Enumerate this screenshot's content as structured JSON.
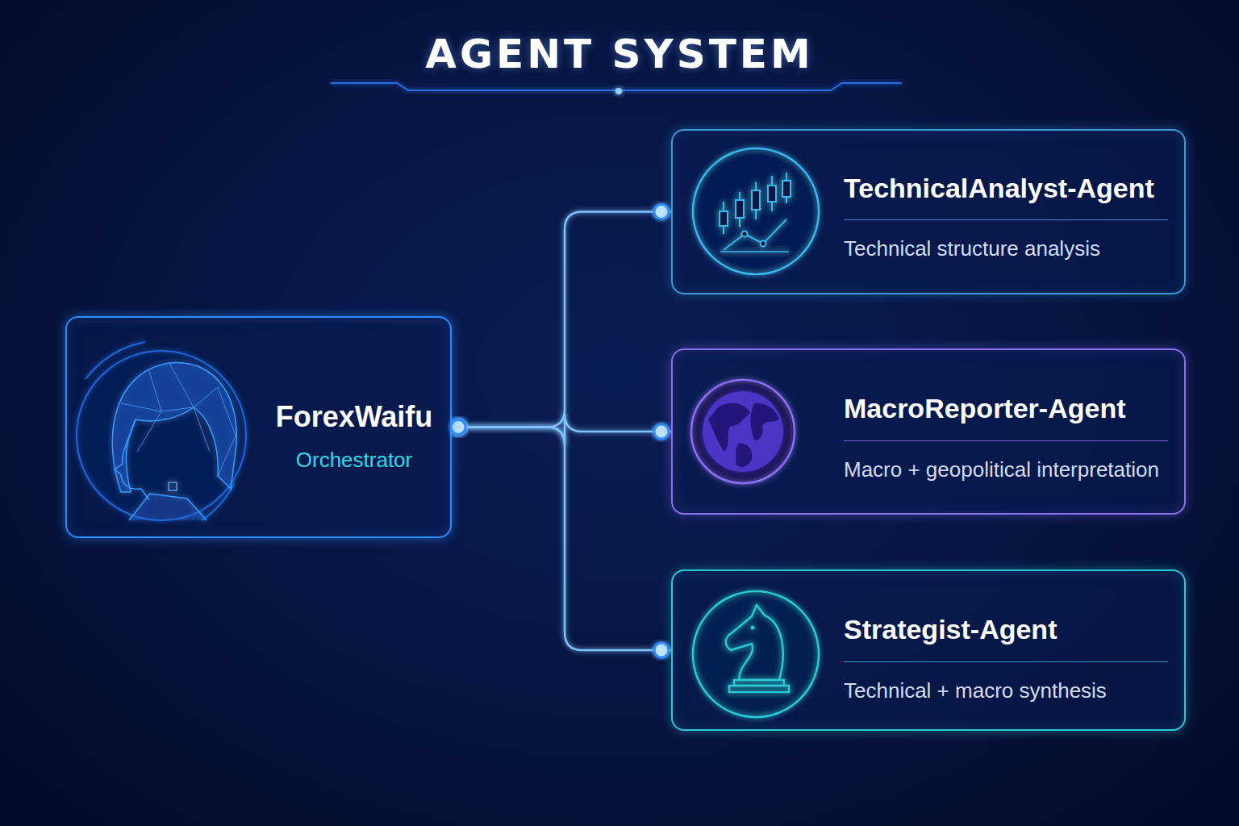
{
  "diagram": {
    "title": "AGENT SYSTEM",
    "nodes": [
      {
        "text": [
          "ForexWaifu",
          "Orchestrator"
        ]
      },
      {
        "text": [
          "TechnicalAnalyst-Agent",
          "Technical structure analysis"
        ]
      },
      {
        "text": [
          "MacroReporter-Agent",
          "Macro + geopolitical interpretation"
        ]
      },
      {
        "text": [
          "Strategist-Agent",
          "Technical + macro synthesis"
        ]
      }
    ],
    "edges": [
      {
        "from": 0,
        "to": 1,
        "arrow": "none"
      },
      {
        "from": 0,
        "to": 2,
        "arrow": "none"
      },
      {
        "from": 0,
        "to": 3,
        "arrow": "none"
      }
    ]
  }
}
